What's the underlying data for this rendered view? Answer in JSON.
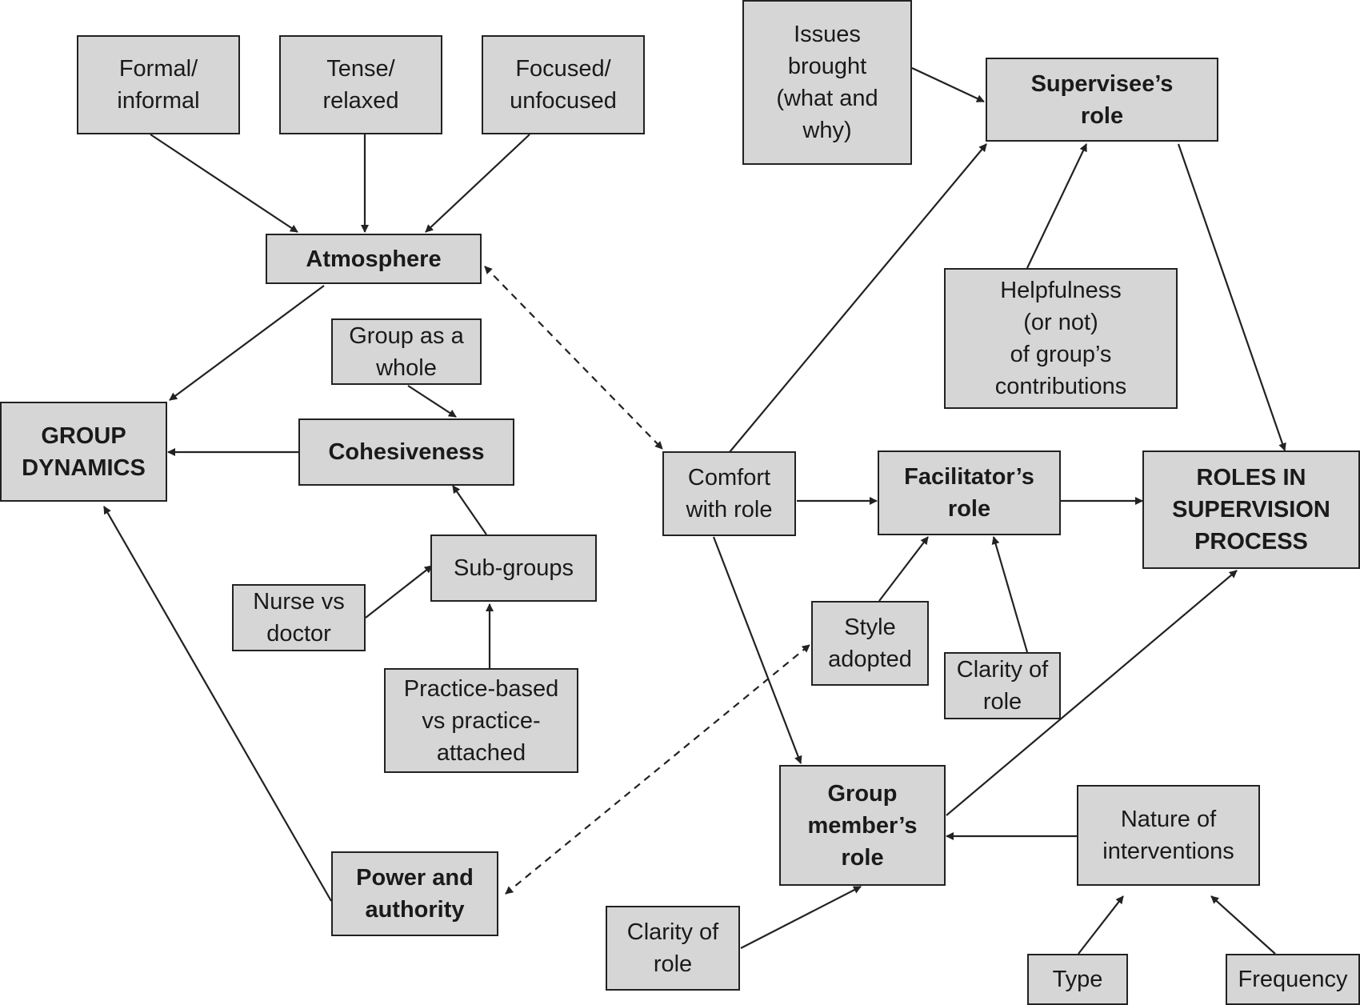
{
  "nodes": {
    "formal": "Formal/\ninformal",
    "tense": "Tense/\nrelaxed",
    "focused": "Focused/\nunfocused",
    "atmosphere": "Atmosphere",
    "group_whole": "Group as a\nwhole",
    "group_dynamics": "GROUP\nDYNAMICS",
    "cohesiveness": "Cohesiveness",
    "subgroups": "Sub-groups",
    "nurse": "Nurse vs\ndoctor",
    "practice": "Practice-based\nvs practice-\nattached",
    "power": "Power and\nauthority",
    "issues": "Issues\nbrought\n(what and\nwhy)",
    "supervisee": "Supervisee’s\nrole",
    "helpfulness": "Helpfulness\n(or not)\nof group’s\ncontributions",
    "comfort": "Comfort\nwith role",
    "facilitator": "Facilitator’s\nrole",
    "roles": "ROLES IN\nSUPERVISION\nPROCESS",
    "style": "Style\nadopted",
    "clarity_top": "Clarity of\nrole",
    "group_member": "Group\nmember’s\nrole",
    "nature": "Nature of\ninterventions",
    "clarity_bottom": "Clarity of\nrole",
    "type": "Type",
    "frequency": "Frequency"
  },
  "colors": {
    "node_fill": "#d6d6d6",
    "stroke": "#222222"
  }
}
